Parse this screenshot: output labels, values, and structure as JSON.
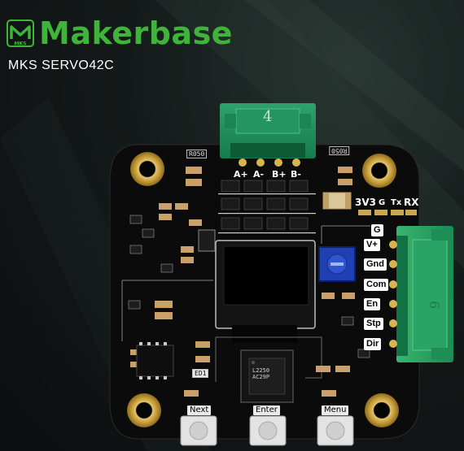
{
  "brand": {
    "logo_text": "MKS",
    "name": "Makerbase",
    "model": "MKS SERVO42C",
    "accent_color": "#3fb33a"
  },
  "motor_connector": {
    "number": "4",
    "pins": [
      "A+",
      "A-",
      "B+",
      "B-"
    ]
  },
  "resistors": [
    "R050",
    "R050"
  ],
  "uart_header": [
    "3V3",
    "G",
    "Tx",
    "RX"
  ],
  "signal_connector": {
    "number": "6",
    "ground": "G",
    "pins": [
      "V+",
      "Gnd",
      "Com",
      "En",
      "Stp",
      "Dir"
    ]
  },
  "buttons": [
    "Next",
    "Enter",
    "Menu"
  ],
  "chip_marking": "L2250\nAC29P",
  "led_label": "ED1"
}
